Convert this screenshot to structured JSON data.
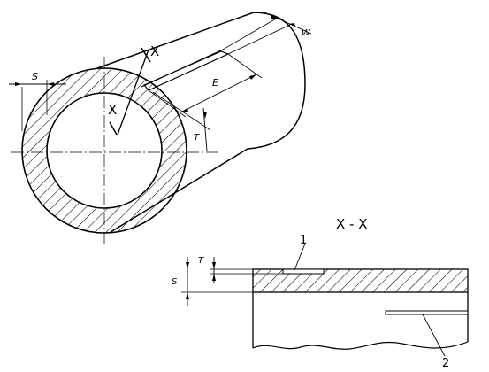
{
  "labels": {
    "s_top": "S",
    "x_upper": "X",
    "x_lower": "X",
    "e": "E",
    "w": "W",
    "t_main": "T",
    "section_title": "X - X",
    "t_detail": "T",
    "s_detail": "S",
    "callout_1": "1",
    "callout_2": "2"
  },
  "icons": {
    "hatch": "diagonal-hatch-pattern"
  }
}
